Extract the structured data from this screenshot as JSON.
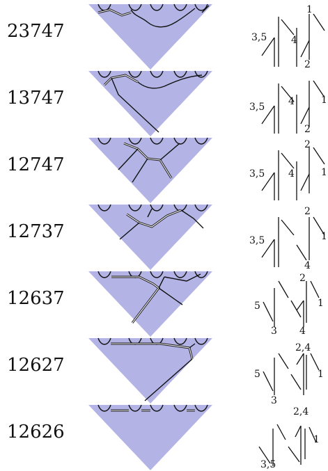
{
  "rows": [
    {
      "code": "23747",
      "arrow_labels": [
        {
          "text": "3,5"
        },
        {
          "text": "4"
        },
        {
          "text": "1"
        },
        {
          "text": "2"
        }
      ]
    },
    {
      "code": "13747",
      "arrow_labels": [
        {
          "text": "3,5"
        },
        {
          "text": "4"
        },
        {
          "text": "1"
        },
        {
          "text": "2"
        }
      ]
    },
    {
      "code": "12747",
      "arrow_labels": [
        {
          "text": "3,5"
        },
        {
          "text": "4"
        },
        {
          "text": "1"
        },
        {
          "text": "2"
        }
      ]
    },
    {
      "code": "12737",
      "arrow_labels": [
        {
          "text": "3,5"
        },
        {
          "text": "2"
        },
        {
          "text": "1"
        },
        {
          "text": "4"
        }
      ]
    },
    {
      "code": "12637",
      "arrow_labels": [
        {
          "text": "5"
        },
        {
          "text": "3"
        },
        {
          "text": "2"
        },
        {
          "text": "1"
        },
        {
          "text": "4"
        }
      ]
    },
    {
      "code": "12627",
      "arrow_labels": [
        {
          "text": "5"
        },
        {
          "text": "3"
        },
        {
          "text": "2,4"
        },
        {
          "text": "1"
        }
      ]
    },
    {
      "code": "12626",
      "arrow_labels": [
        {
          "text": "2,4"
        },
        {
          "text": "1"
        },
        {
          "text": "3,5"
        }
      ]
    }
  ]
}
